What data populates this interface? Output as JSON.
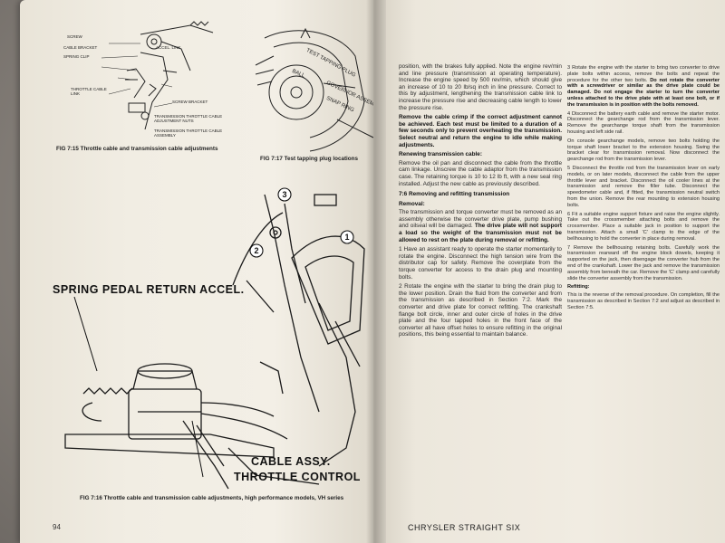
{
  "left_page": {
    "fig_15": {
      "number": "FIG 7:15",
      "caption": "Throttle cable and transmission cable adjustments",
      "labels": [
        "SCREW",
        "CABLE BRACKET",
        "SPRING CLIP",
        "ACCEL. LINK",
        "THROTTLE CABLE LINK",
        "SCREW BRACKET",
        "TRANSMISSION THROTTLE CABLE ADJUSTMENT NUTS",
        "TRANSMISSION THROTTLE CABLE ASSEMBLY"
      ]
    },
    "fig_17": {
      "number": "FIG 7:17",
      "caption": "Test tapping plug locations",
      "labels": [
        "TEST TAPPING PLUG",
        "BALL",
        "GOVERNOR ASSEMBLY",
        "SNAP RING"
      ]
    },
    "fig_16": {
      "number": "FIG 7:16",
      "caption": "Throttle cable and transmission cable adjustments, high performance models, VH series",
      "callout_spring": "SPRING PEDAL RETURN ACCEL.",
      "callout_cable_1": "CABLE ASSY.",
      "callout_cable_2": "THROTTLE CONTROL",
      "markers": [
        "1",
        "2",
        "3"
      ]
    },
    "page_number": "94"
  },
  "right_page": {
    "col1": {
      "para1": "position, with the brakes fully applied. Note the engine rev/min and line pressure (transmission at operating temperature). Increase the engine speed by 500 rev/min, which should give an increase of 10 to 20 lb/sq inch in line pressure. Correct to this by adjustment, lengthening the transmission cable link to increase the pressure rise and decreasing cable length to lower the pressure rise.",
      "warning": "Remove the cable crimp if the correct adjustment cannot be achieved. Each test must be limited to a duration of a few seconds only to prevent overheating the transmission. Select neutral and return the engine to idle while making adjustments.",
      "renewing_heading": "Renewing transmission cable:",
      "renewing_text": "Remove the oil pan and disconnect the cable from the throttle cam linkage. Unscrew the cable adaptor from the transmission case. The retaining torque is 10 to 12 lb ft, with a new seal ring installed. Adjust the new cable as previously described.",
      "section_heading": "7:6 Removing and refitting transmission",
      "removal_heading": "Removal:",
      "removal_intro": "The transmission and torque converter must be removed as an assembly otherwise the converter drive plate, pump bushing and oilseal will be damaged.",
      "removal_warning": "The drive plate will not support a load so the weight of the transmission must not be allowed to rest on the plate during removal or refitting.",
      "step1": "1 Have an assistant ready to operate the starter momentarily to rotate the engine. Disconnect the high tension wire from the distributor cap for safety. Remove the coverplate from the torque converter for access to the drain plug and mounting bolts.",
      "step2": "2 Rotate the engine with the starter to bring the drain plug to the lower position. Drain the fluid from the converter and from the transmission as described in Section 7:2. Mark the converter and drive plate for correct refitting. The crankshaft flange bolt circle, inner and outer circle of holes in the drive plate and the four tapped holes in the front face of the converter all have offset holes to ensure refitting in the original positions, this being essential to maintain balance."
    },
    "col2": {
      "step3": "3 Rotate the engine with the starter to bring two converter to drive plate bolts within access, remove the bolts and repeat the procedure for the other two bolts.",
      "step3_warning": "Do not rotate the converter with a screwdriver or similar as the drive plate could be damaged. Do not engage the starter to turn the converter unless attached to the drive plate with at least one bolt, or if the transmission is in position with the bolts removed.",
      "step4": "4 Disconnect the battery earth cable and remove the starter motor. Disconnect the gearchange rod from the transmission lever. Remove the gearchange torque shaft from the transmission housing and left side rail.",
      "gearchange_note": "On console gearchange models, remove two bolts holding the torque shaft lower bracket to the extension housing. Swing the bracket clear for transmission removal. Now disconnect the gearchange rod from the transmission lever.",
      "step5": "5 Disconnect the throttle rod from the transmission lever on early models, or on later models, disconnect the cable from the upper throttle lever and bracket. Disconnect the oil cooler lines at the transmission and remove the filler tube. Disconnect the speedometer cable and, if fitted, the transmission neutral switch from the union. Remove the rear mounting to extension housing bolts.",
      "step6": "6 Fit a suitable engine support fixture and raise the engine slightly. Take out the crossmember attaching bolts and remove the crossmember. Place a suitable jack in position to support the transmission. Attach a small 'C' clamp to the edge of the bellhousing to hold the converter in place during removal.",
      "step7": "7 Remove the bellhousing retaining bolts. Carefully work the transmission rearward off the engine block dowels, keeping it supported on the jack, then disengage the converter hub from the end of the crankshaft. Lower the jack and remove the transmission assembly from beneath the car. Remove the 'C' clamp and carefully slide the converter assembly from the transmission.",
      "refitting_heading": "Refitting:",
      "refitting_text": "This is the reverse of the removal procedure. On completion, fill the transmission as described in Section 7:2 and adjust as described in Section 7:5."
    },
    "footer": "CHRYSLER STRAIGHT SIX"
  }
}
